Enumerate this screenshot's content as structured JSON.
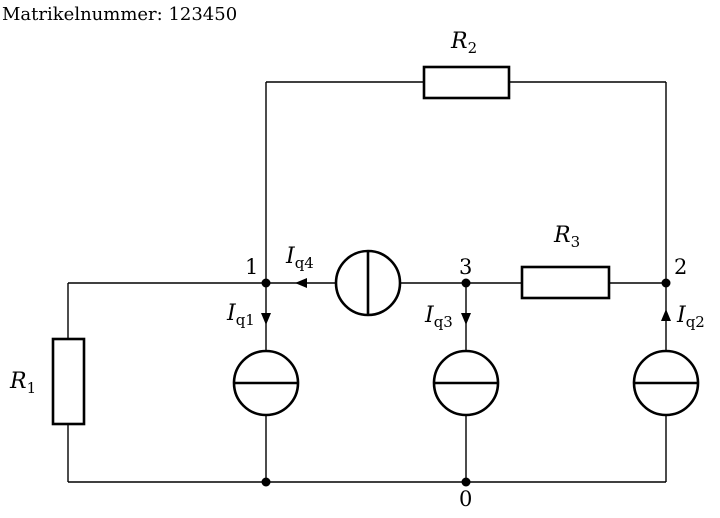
{
  "header": {
    "text": "Matrikelnummer: 123450"
  },
  "components": {
    "r1": {
      "symbol": "R",
      "sub": "1"
    },
    "r2": {
      "symbol": "R",
      "sub": "2"
    },
    "r3": {
      "symbol": "R",
      "sub": "3"
    },
    "iq1": {
      "symbol": "I",
      "sub": "q1"
    },
    "iq2": {
      "symbol": "I",
      "sub": "q2"
    },
    "iq3": {
      "symbol": "I",
      "sub": "q3"
    },
    "iq4": {
      "symbol": "I",
      "sub": "q4"
    }
  },
  "nodes": {
    "n0": "0",
    "n1": "1",
    "n2": "2",
    "n3": "3"
  }
}
